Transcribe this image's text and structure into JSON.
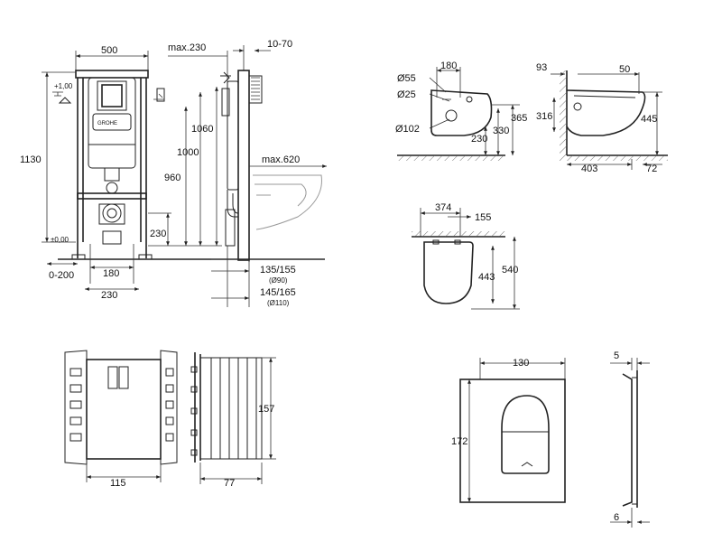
{
  "frame": {
    "width_500": "500",
    "max_230": "max.230",
    "depth_10_70": "10-70",
    "height_1130": "1130",
    "height_1060": "1060",
    "height_1000": "1000",
    "height_960": "960",
    "height_230": "230",
    "max_620": "max.620",
    "plus_1_00": "+1,00",
    "pm_0_00": "±0,00",
    "range_0_200": "0-200",
    "width_180": "180",
    "width_230": "230",
    "pipe_135_155": "135/155",
    "pipe_d90": "(Ø90)",
    "pipe_145_165": "145/165",
    "pipe_d110": "(Ø110)",
    "brand": "GROHE"
  },
  "bowl_top": {
    "d55": "Ø55",
    "d25": "Ø25",
    "d102": "Ø102",
    "w180": "180",
    "h365": "365",
    "h330": "330",
    "h230": "230"
  },
  "bowl_side": {
    "w93": "93",
    "w50": "50",
    "h316": "316",
    "h445": "445",
    "w403": "403",
    "w72": "72"
  },
  "seat_plan": {
    "w374": "374",
    "w155": "155",
    "h443": "443",
    "h540": "540"
  },
  "cover": {
    "w115": "115",
    "w77": "77",
    "h157": "157"
  },
  "plate": {
    "w130": "130",
    "h172": "172",
    "t5": "5",
    "t6": "6"
  }
}
